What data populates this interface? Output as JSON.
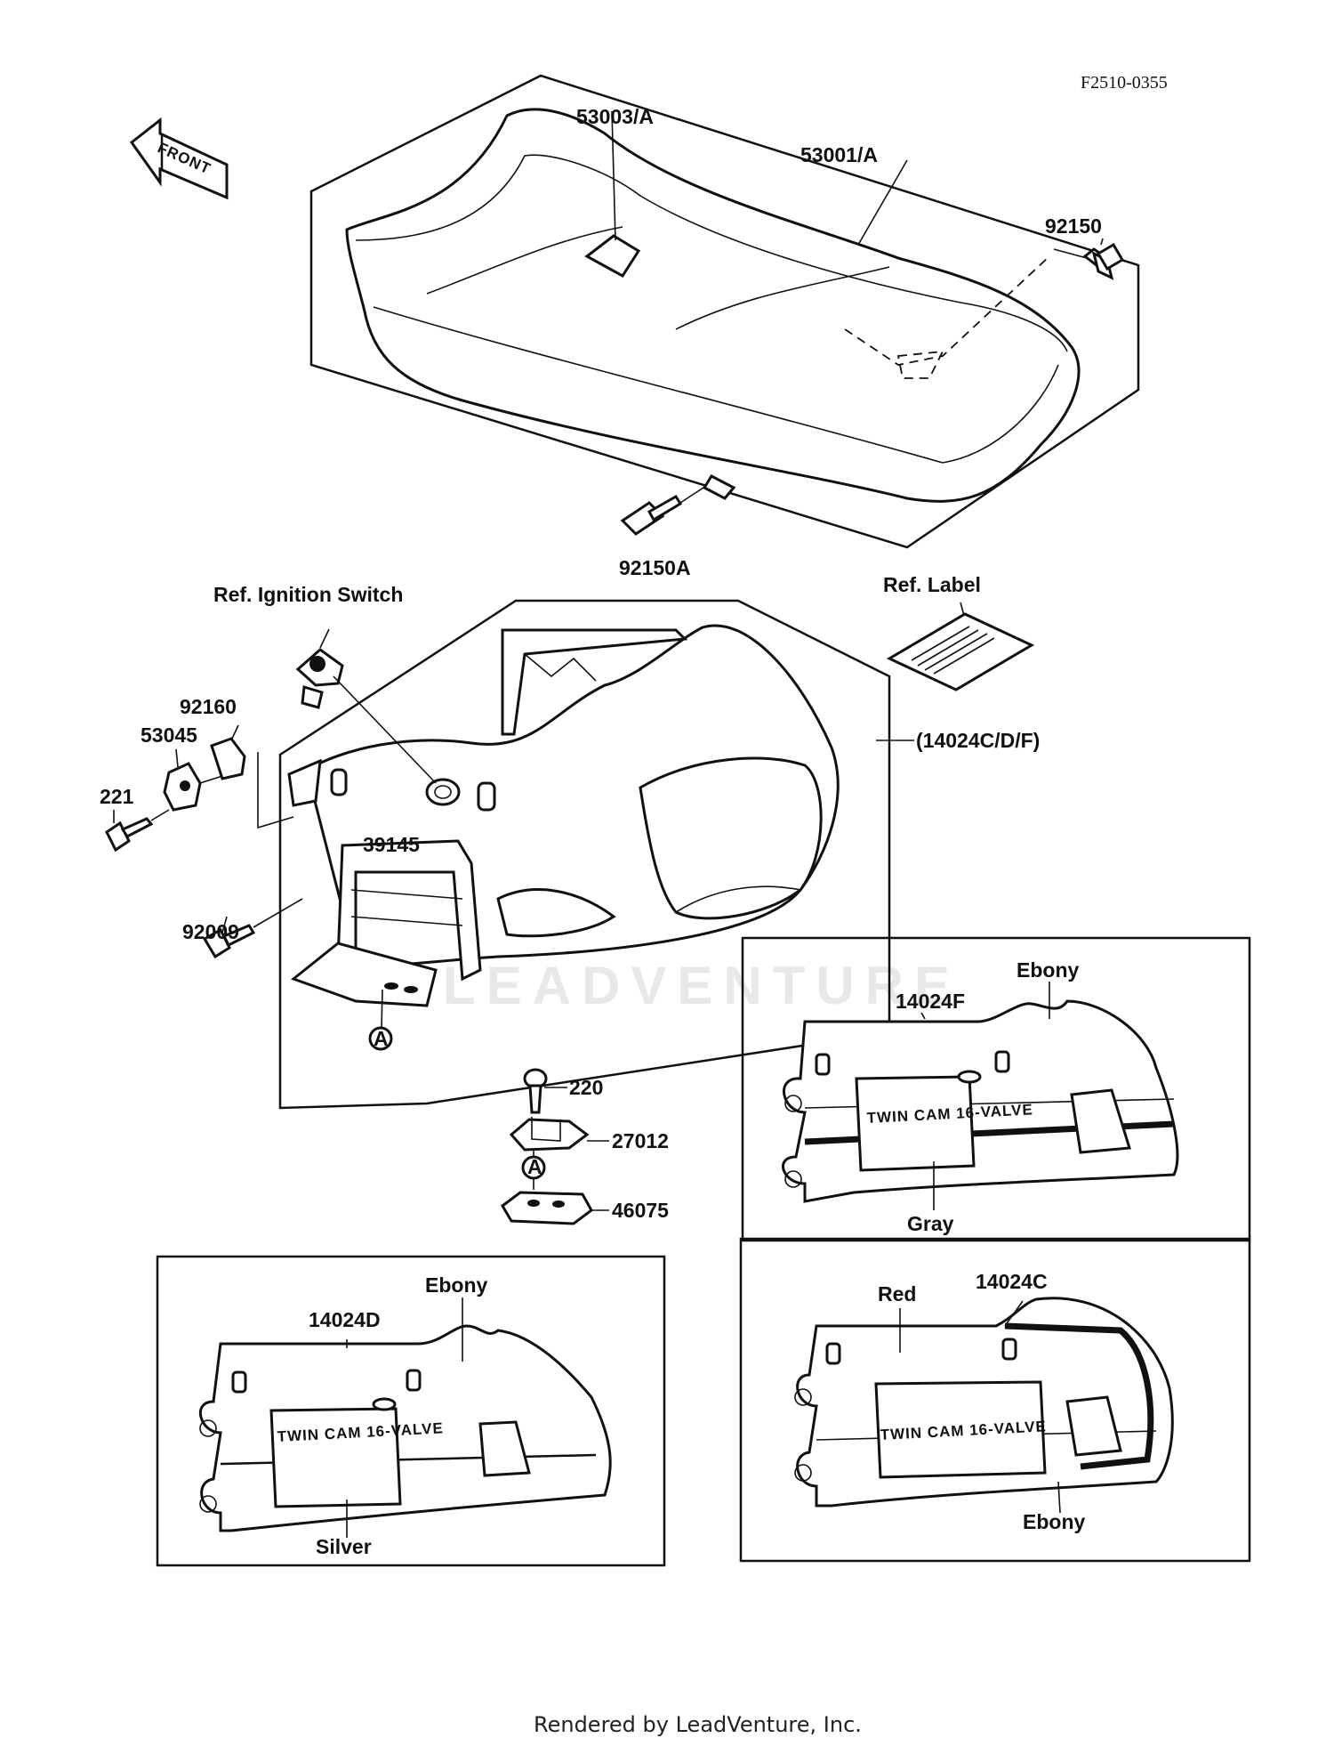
{
  "diagram_id": "F2510-0355",
  "direction": "FRONT",
  "watermark": "LEADVENTURE",
  "footer": "Rendered by LeadVenture, Inc.",
  "callouts": {
    "seat_cover": "53003/A",
    "seat": "53001/A",
    "bolt_rear": "92150",
    "bolt_front": "92150A",
    "ignition_ref": "Ref. Ignition Switch",
    "label_ref": "Ref. Label",
    "tail_cover_set": "(14024C/D/F)",
    "clip": "92160",
    "hook": "53045",
    "screw_221": "221",
    "grab_bar": "39145",
    "bolt_92009": "92009",
    "ref_a": "A",
    "screw_220": "220",
    "plate": "27012",
    "ref_a2": "A",
    "damper": "46075"
  },
  "variants": {
    "f": {
      "part": "14024F",
      "top_color": "Ebony",
      "bottom_color": "Gray"
    },
    "d": {
      "part": "14024D",
      "top_color": "Ebony",
      "bottom_color": "Silver"
    },
    "c": {
      "part": "14024C",
      "top_color": "Red",
      "bottom_color": "Ebony"
    }
  },
  "decal_text": "TWIN CAM 16-VALVE"
}
